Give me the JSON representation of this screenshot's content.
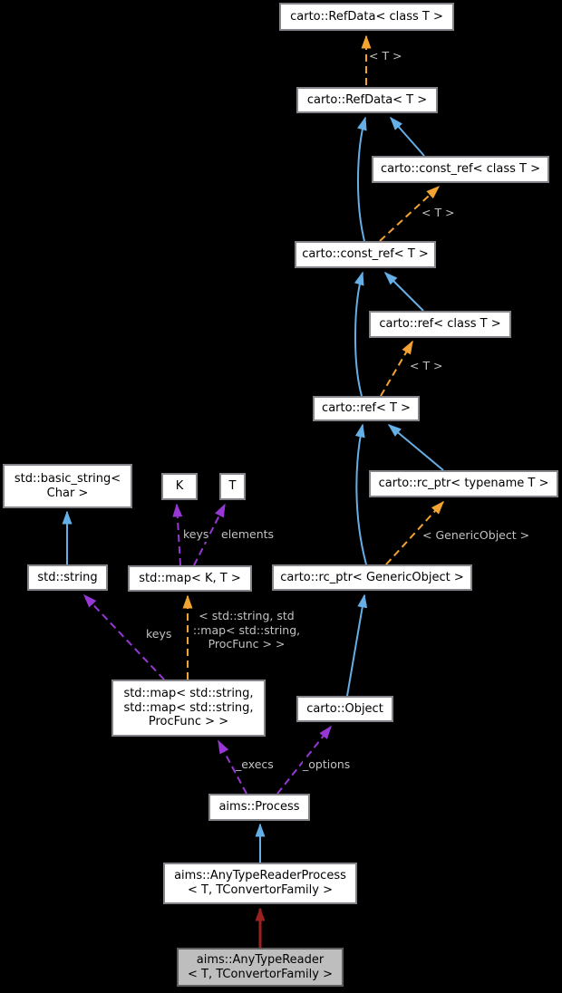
{
  "diagram": {
    "kind": "doxygen-collaboration-graph",
    "background": "#000000",
    "colors": {
      "inheritance_arrow": "#66aee6",
      "template_arrow": "#f2a331",
      "usage_arrow": "#9738d4",
      "focus_inheritance_arrow": "#9b2121",
      "node_bg": "#ffffff",
      "node_border": "#84858a",
      "focus_node_bg": "#bebebe",
      "edge_label_color": "#c2c2c2",
      "node_text": "#000000"
    },
    "nodes": {
      "refdata_class_t": {
        "label": "carto::RefData< class T >"
      },
      "refdata_t": {
        "label": "carto::RefData< T >"
      },
      "const_ref_class_t": {
        "label": "carto::const_ref< class T >"
      },
      "const_ref_t": {
        "label": "carto::const_ref< T >"
      },
      "ref_class_t": {
        "label": "carto::ref< class T >"
      },
      "ref_t": {
        "label": "carto::ref< T >"
      },
      "basic_string": {
        "line1": "std::basic_string<",
        "line2": "Char >"
      },
      "k": {
        "label": "K"
      },
      "t": {
        "label": "T"
      },
      "rc_ptr_typename_t": {
        "label": "carto::rc_ptr< typename T >"
      },
      "std_string": {
        "label": "std::string"
      },
      "map_k_t": {
        "label": "std::map< K, T >"
      },
      "rc_ptr_genericobject": {
        "label": "carto::rc_ptr< GenericObject >"
      },
      "map_nested": {
        "line1": "std::map< std::string,",
        "line2": "std::map< std::string,",
        "line3": "ProcFunc > >"
      },
      "carto_object": {
        "label": "carto::Object"
      },
      "aims_process": {
        "label": "aims::Process"
      },
      "any_type_reader_process": {
        "line1": "aims::AnyTypeReaderProcess",
        "line2": "< T, TConvertorFamily >"
      },
      "any_type_reader": {
        "line1": "aims::AnyTypeReader",
        "line2": "< T, TConvertorFamily >"
      }
    },
    "edge_labels": {
      "template_t_refdata": "< T >",
      "template_t_const_ref": "< T >",
      "template_t_ref": "< T >",
      "keys_map_k_t": "keys",
      "elements_map_k_t": "elements",
      "template_genericobject": "< GenericObject >",
      "keys_map_nested": "keys",
      "template_map_line1": "< std::string, std",
      "template_map_line2": "::map< std::string,",
      "template_map_line3": "ProcFunc > >",
      "execs": "_execs",
      "options": "_options"
    }
  }
}
